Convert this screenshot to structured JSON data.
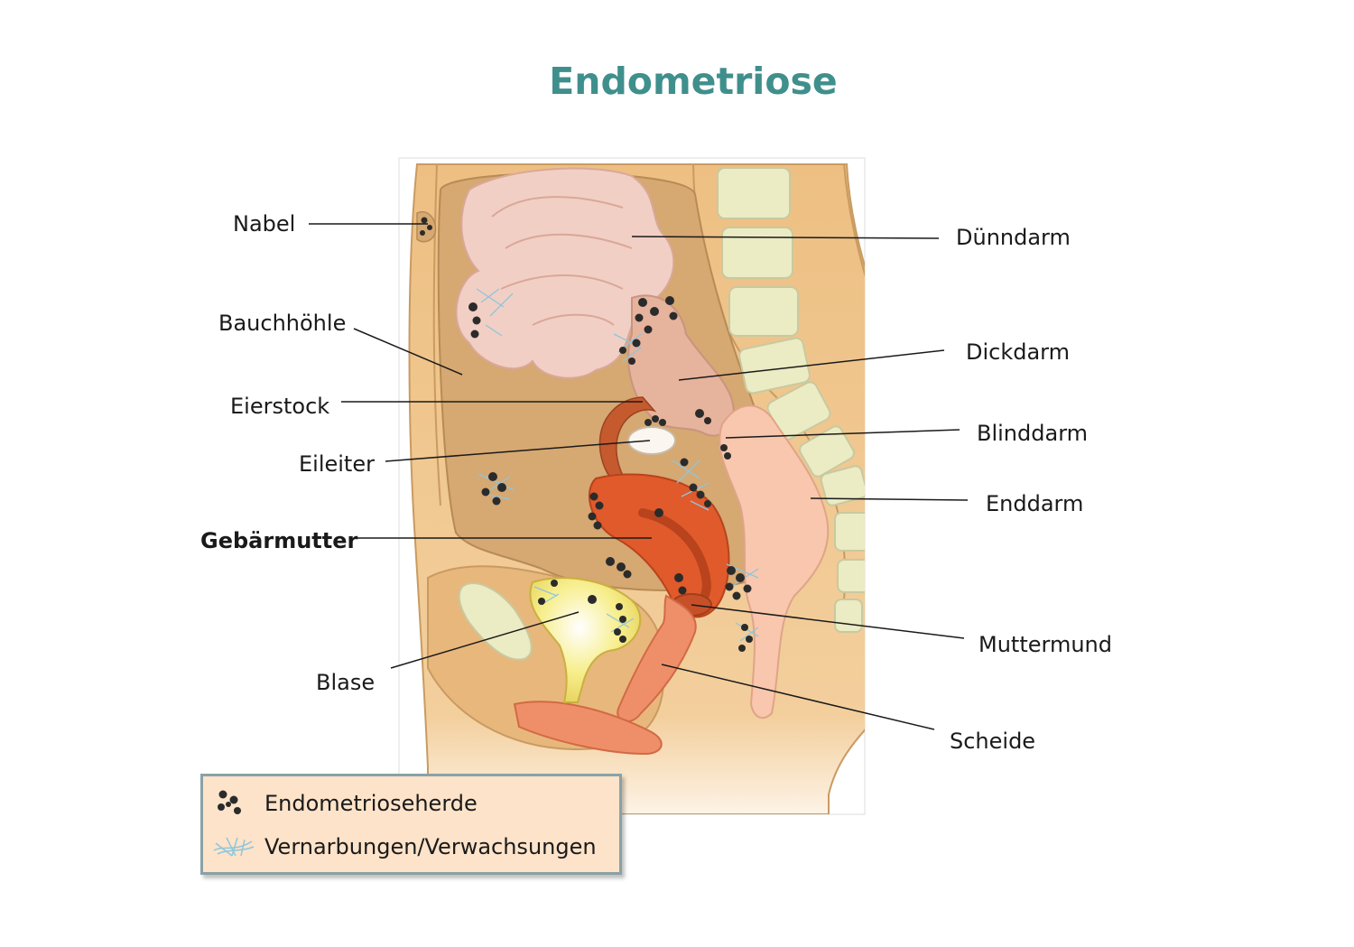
{
  "title": "Endometriose",
  "colors": {
    "title": "#3f8f8d",
    "body_tissue": "#edbf82",
    "abdominal_cavity": "#d6a872",
    "small_intestine": "#f2cfc4",
    "large_intestine": "#e6b39d",
    "rectum": "#f8c7ad",
    "vertebra": "#ebebc4",
    "uterus": "#e05a2b",
    "bladder": "#f7ee8c",
    "lesion": "#2b2b2b",
    "scar": "#8ec6dc",
    "legend_bg": "#fde3c9",
    "legend_border": "#8aa1a6"
  },
  "labels": {
    "nabel": "Nabel",
    "bauchhoehle": "Bauchhöhle",
    "eierstock": "Eierstock",
    "eileiter": "Eileiter",
    "gebaermutter": "Gebärmutter",
    "blase": "Blase",
    "duenndarm": "Dünndarm",
    "dickdarm": "Dickdarm",
    "blinddarm": "Blinddarm",
    "enddarm": "Enddarm",
    "muttermund": "Muttermund",
    "scheide": "Scheide"
  },
  "legend": {
    "items": [
      {
        "icon": "lesion-dots-icon",
        "label": "Endometrioseherde"
      },
      {
        "icon": "scar-mesh-icon",
        "label": "Vernarbungen/Verwachsungen"
      }
    ]
  }
}
